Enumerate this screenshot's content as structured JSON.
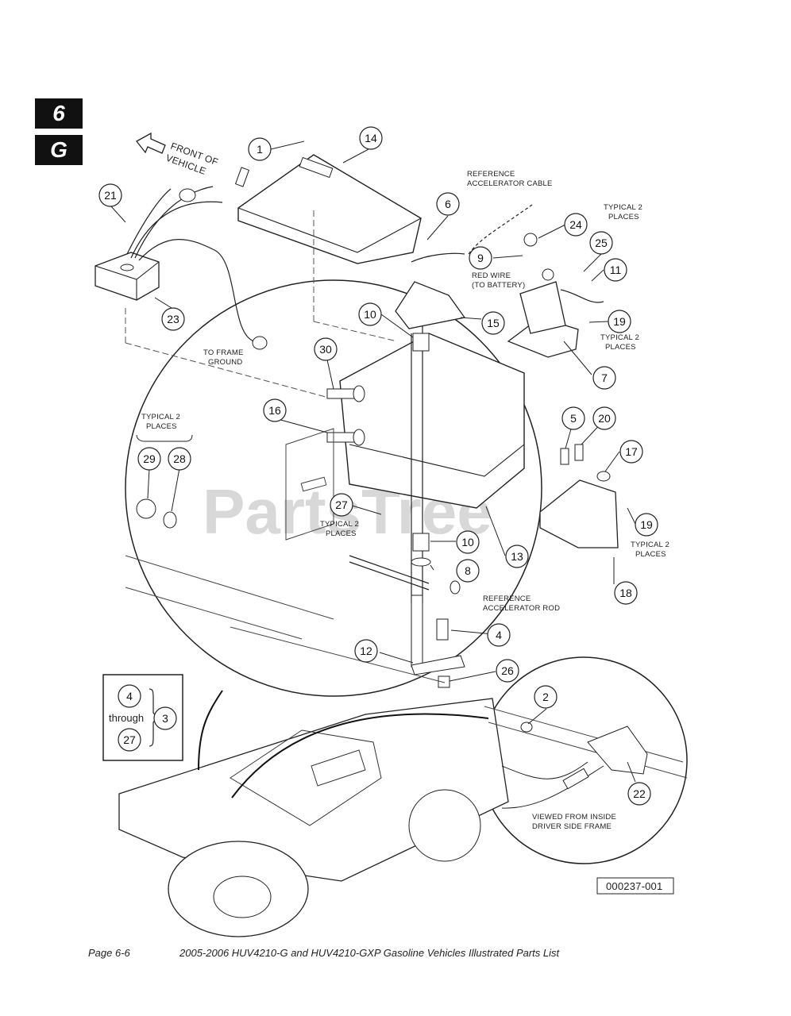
{
  "section_tab": {
    "number": "6",
    "letter": "G"
  },
  "watermark": "PartsTree",
  "labels": {
    "front_of_vehicle": [
      "FRONT OF",
      "VEHICLE"
    ],
    "reference_accel_cable": [
      "REFERENCE",
      "ACCELERATOR CABLE"
    ],
    "typical_2_places": [
      "TYPICAL 2",
      "PLACES"
    ],
    "red_wire": [
      "RED WIRE",
      "(TO BATTERY)"
    ],
    "to_frame_ground": [
      "TO FRAME",
      "GROUND"
    ],
    "reference_accel_rod": [
      "REFERENCE",
      "ACCELERATOR ROD"
    ],
    "viewed_from_inside": [
      "VIEWED FROM INSIDE",
      "DRIVER SIDE FRAME"
    ],
    "through": "through",
    "figure_id": "000237-001"
  },
  "callouts": [
    "1",
    "14",
    "21",
    "6",
    "24",
    "9",
    "25",
    "11",
    "23",
    "10",
    "15",
    "19",
    "7",
    "30",
    "16",
    "5",
    "20",
    "17",
    "29",
    "28",
    "27",
    "10",
    "13",
    "19",
    "8",
    "18",
    "4",
    "12",
    "26",
    "4",
    "3",
    "27",
    "2",
    "22"
  ],
  "footer": {
    "page": "Page 6-6",
    "title": "2005-2006 HUV4210-G and HUV4210-GXP Gasoline Vehicles Illustrated Parts List"
  }
}
